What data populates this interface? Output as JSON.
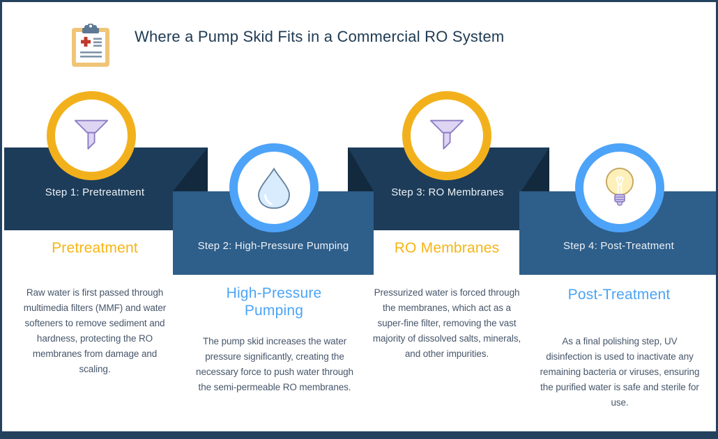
{
  "header": {
    "title": "Where a Pump Skid Fits in a Commercial RO System",
    "icon": "clipboard-medical-icon"
  },
  "steps": [
    {
      "banner_label": "Step 1: Pretreatment",
      "heading": "Pretreatment",
      "icon": "funnel-icon",
      "description": "Raw water is first passed through multimedia filters (MMF) and water softeners to remove sediment and hardness, protecting the RO membranes from damage and scaling."
    },
    {
      "banner_label": "Step 2: High-Pressure Pumping",
      "heading": "High-Pressure Pumping",
      "icon": "water-drop-icon",
      "description": "The pump skid increases the water pressure significantly, creating the necessary force to push water through the semi-permeable RO membranes."
    },
    {
      "banner_label": "Step 3: RO Membranes",
      "heading": "RO Membranes",
      "icon": "funnel-icon",
      "description": "Pressurized water is forced through the membranes, which act as a super-fine filter, removing the vast majority of dissolved salts, minerals, and other impurities."
    },
    {
      "banner_label": "Step 4: Post-Treatment",
      "heading": "Post-Treatment",
      "icon": "lightbulb-icon",
      "description": "As a final polishing step, UV disinfection is used to inactivate any remaining bacteria or viruses, ensuring the purified water is safe and sterile for use."
    }
  ],
  "colors": {
    "banner_dark": "#1D3C59",
    "banner_fold": "#12293E",
    "banner_steel": "#2E5E8A",
    "accent_yellow": "#F2B11C",
    "accent_blue": "#4DA3F8",
    "title_navy": "#1E3A52",
    "body_text": "#47566A",
    "frame_border": "#24415E"
  }
}
